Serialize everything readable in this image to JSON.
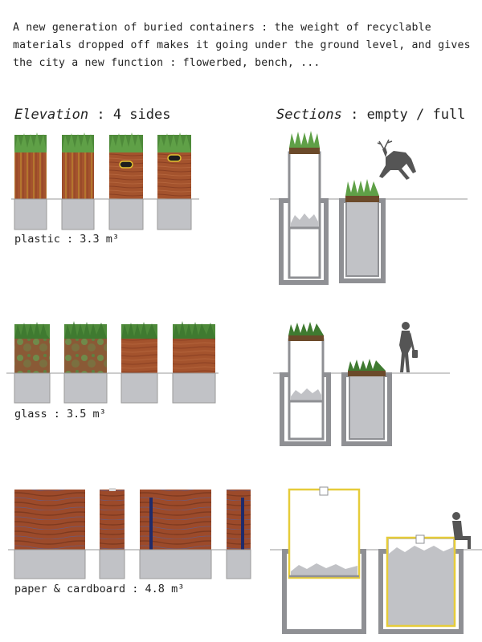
{
  "intro_text": "A new generation of buried containers : the weight of recyclable materials dropped off makes it going under the ground level, and gives the city a new function : flowerbed, bench, ...",
  "headings": {
    "elevation_emph": "Elevation",
    "elevation_rest": " : 4 sides",
    "sections_emph": "Sections",
    "sections_rest": " : empty / full"
  },
  "captions": {
    "plastic": "plastic : 3.3 m³",
    "glass": "glass : 3.5 m³",
    "paper": "paper & cardboard : 4.8 m³"
  },
  "colors": {
    "wood": "#a4532d",
    "wood_dark": "#8a3f22",
    "grass": "#4e8a3a",
    "concrete": "#c1c2c6",
    "pit": "#8f9094",
    "ground": "#9a9a9a",
    "lid_yellow": "#e6cc3a",
    "silhouette": "#555555"
  },
  "rows": [
    {
      "name": "plastic"
    },
    {
      "name": "glass"
    },
    {
      "name": "paper-cardboard"
    }
  ]
}
